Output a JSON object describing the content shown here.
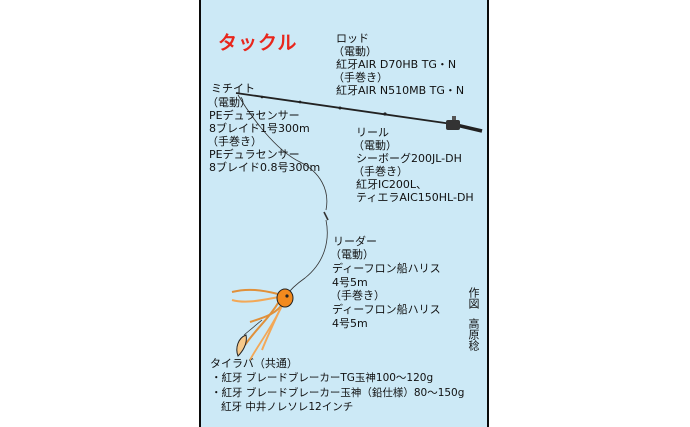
{
  "title": "タックル",
  "rod": {
    "heading": "ロッド",
    "electric_label": "（電動）",
    "electric_model": "紅牙AIR D70HB TG・N",
    "manual_label": "（手巻き）",
    "manual_model": "紅牙AIR N510MB TG・N"
  },
  "line": {
    "heading": "ミチイト",
    "electric_label": "（電動）",
    "electric_name": "PEデュラセンサー",
    "electric_spec": "8ブレイド1号300m",
    "manual_label": "（手巻き）",
    "manual_name": "PEデュラセンサー",
    "manual_spec": "8ブレイド0.8号300m"
  },
  "reel": {
    "heading": "リール",
    "electric_label": "（電動）",
    "electric_model": "シーボーグ200JL-DH",
    "manual_label": "（手巻き）",
    "manual_model_1": "紅牙IC200L、",
    "manual_model_2": "ティエラAIC150HL-DH"
  },
  "leader": {
    "heading": "リーダー",
    "electric_label": "（電動）",
    "electric_name": "ディーフロン船ハリス",
    "electric_spec": "4号5m",
    "manual_label": "（手巻き）",
    "manual_name": "ディーフロン船ハリス",
    "manual_spec": "4号5m"
  },
  "lure": {
    "heading": "タイラバ（共通）",
    "item_1": "・紅牙 ブレードブレーカーTG玉神100〜120g",
    "item_2": "・紅牙 ブレードブレーカー玉神（鉛仕様）80〜150g",
    "item_3": "紅牙 中井ノレソレ12インチ"
  },
  "credit": {
    "label": "作図",
    "name": "高原稔"
  },
  "colors": {
    "panel": "#cce9f6",
    "title": "#e8261c",
    "lure_body": "#f28a1e",
    "lure_skirt": "#f7c98a"
  }
}
